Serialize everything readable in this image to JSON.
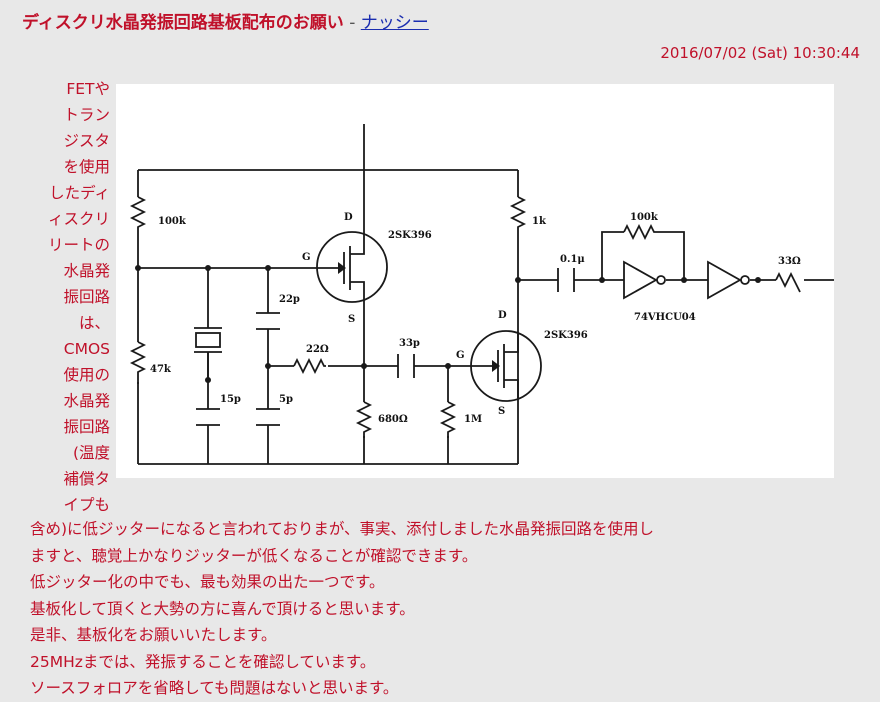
{
  "post": {
    "title": "ディスクリ水晶発振回路基板配布のお願い",
    "separator": " - ",
    "author": "ナッシー",
    "date": "2016/07/02 (Sat) 10:30:44"
  },
  "side_lines": [
    "FETや",
    "トラン",
    "ジスタ",
    "を使用",
    "したディ",
    "ィスクリ",
    "リートの",
    "水晶発",
    "振回路",
    "は、",
    "CMOS",
    "使用の",
    "水晶発",
    "振回路",
    "(温度",
    "補償タ",
    "イプも"
  ],
  "body_lines": [
    "含め)に低ジッターになると言われておりまが、事実、添付しました水晶発振回路を使用し",
    "ますと、聴覚上かなりジッターが低くなることが確認できます。",
    "低ジッター化の中でも、最も効果の出た一つです。",
    "基板化して頂くと大勢の方に喜んで頂けると思います。",
    "是非、基板化をお願いいたします。",
    "25MHzまでは、発振することを確認しています。",
    "ソースフォロアを省略しても問題はないと思います。"
  ],
  "schematic": {
    "labels": {
      "r100k_left": "100k",
      "r47k": "47k",
      "c15p": "15p",
      "c22p": "22p",
      "c5p": "5p",
      "r22": "22Ω",
      "c33p": "33p",
      "r680": "680Ω",
      "r1m": "1M",
      "r1k": "1k",
      "c01u": "0.1μ",
      "r100k_fb": "100k",
      "ic": "74VHCU04",
      "r33": "33Ω",
      "q1": "2SK396",
      "q2": "2SK396",
      "g1": "G",
      "d1": "D",
      "s1": "S",
      "g2": "G",
      "d2": "D",
      "s2": "S"
    }
  }
}
